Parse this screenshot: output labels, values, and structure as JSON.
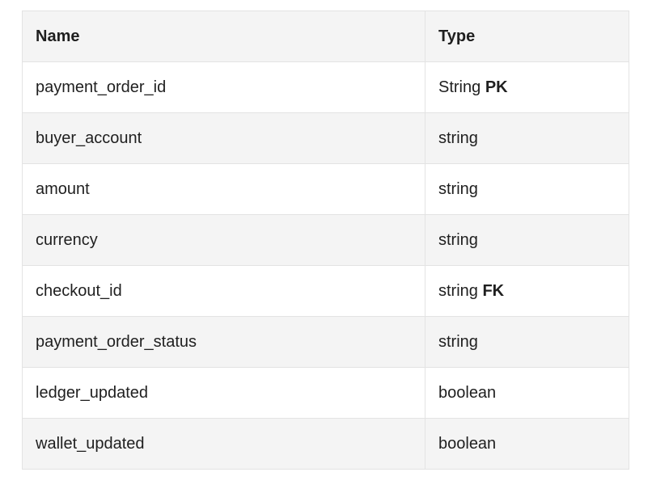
{
  "table": {
    "headers": [
      "Name",
      "Type"
    ],
    "rows": [
      {
        "name": "payment_order_id",
        "type": "String",
        "key": "PK"
      },
      {
        "name": "buyer_account",
        "type": "string",
        "key": ""
      },
      {
        "name": "amount",
        "type": "string",
        "key": ""
      },
      {
        "name": "currency",
        "type": "string",
        "key": ""
      },
      {
        "name": "checkout_id",
        "type": "string",
        "key": "FK"
      },
      {
        "name": "payment_order_status",
        "type": "string",
        "key": ""
      },
      {
        "name": "ledger_updated",
        "type": "boolean",
        "key": ""
      },
      {
        "name": "wallet_updated",
        "type": "boolean",
        "key": ""
      }
    ]
  }
}
